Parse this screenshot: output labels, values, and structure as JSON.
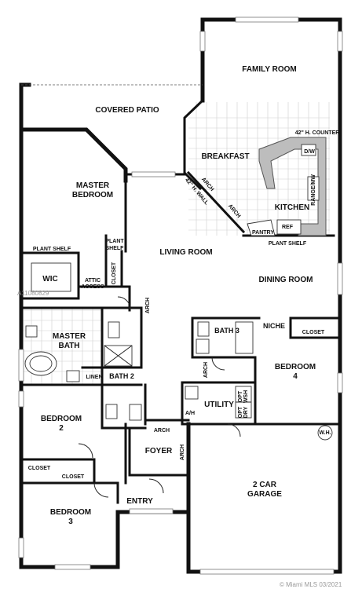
{
  "rooms": {
    "family_room": "FAMILY ROOM",
    "covered_patio": "COVERED PATIO",
    "breakfast": "BREAKFAST",
    "counter": "42\" H. COUNTER",
    "dw": "D/W",
    "range": "RANGE/MW",
    "kitchen": "KITCHEN",
    "pantry": "PANTRY",
    "ref": "REF",
    "plant_shelf_kitchen": "PLANT SHELF",
    "arch_kitchen_1": "ARCH",
    "wall_42": "42\" H. WALL",
    "arch_kitchen_2": "ARCH",
    "master_bedroom_1": "MASTER",
    "master_bedroom_2": "BEDROOM",
    "plant_shelf_wic": "PLANT SHELF",
    "plant_shelf_side_1": "PLANT",
    "plant_shelf_side_2": "SHELF",
    "wic": "WIC",
    "attic_1": "ATTIC",
    "attic_2": "ACCESS",
    "closet_master": "CLOSET",
    "living_room": "LIVING ROOM",
    "dining_room": "DINING ROOM",
    "arch_hall": "ARCH",
    "master_bath_1": "MASTER",
    "master_bath_2": "BATH",
    "linen": "LINEN",
    "bath2": "BATH 2",
    "niche": "NICHE",
    "bath3": "BATH 3",
    "closet_bed4": "CLOSET",
    "bedroom4_1": "BEDROOM",
    "bedroom4_2": "4",
    "arch_utility": "ARCH",
    "utility": "UTILITY",
    "ah": "A/H",
    "opt_wsh_1": "OPT",
    "opt_wsh_2": "WSH",
    "opt_dry_1": "OPT",
    "opt_dry_2": "DRY",
    "bedroom2_1": "BEDROOM",
    "bedroom2_2": "2",
    "arch_foyer_top": "ARCH",
    "foyer": "FOYER",
    "arch_foyer_side": "ARCH",
    "wh": "W.H.",
    "closet_bed2": "CLOSET",
    "closet_bed3": "CLOSET",
    "garage_1": "2 CAR",
    "garage_2": "GARAGE",
    "entry": "ENTRY",
    "bedroom3_1": "BEDROOM",
    "bedroom3_2": "3"
  },
  "watermarks": {
    "left": "A11080829",
    "bottom": "© Miami MLS 03/2021"
  },
  "colors": {
    "wall": "#111111",
    "counter_fill": "#bdbdbd",
    "tile_line": "#cfcfcf"
  }
}
